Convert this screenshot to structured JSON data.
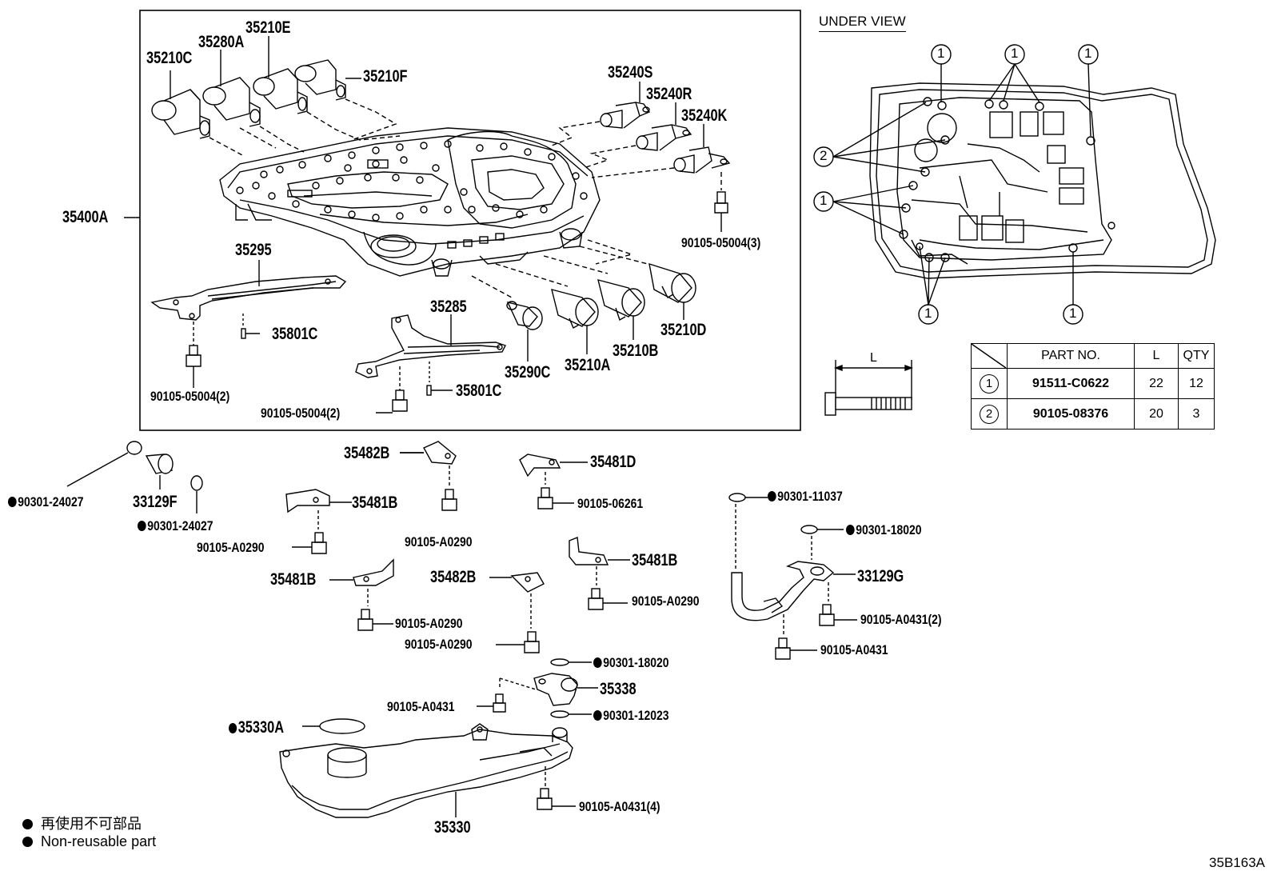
{
  "view_label": "UNDER VIEW",
  "labels": {
    "p35210E": "35210E",
    "p35280A": "35280A",
    "p35210C": "35210C",
    "p35210F": "35210F",
    "p35240S": "35240S",
    "p35240R": "35240R",
    "p35240K": "35240K",
    "p35400A": "35400A",
    "p35295": "35295",
    "p35801C_a": "35801C",
    "p35285": "35285",
    "p35801C_b": "35801C",
    "p35290C": "35290C",
    "p35210A": "35210A",
    "p35210B": "35210B",
    "p35210D": "35210D",
    "b90105_05004_3": "90105-05004(3)",
    "b90105_05004_2a": "90105-05004(2)",
    "b90105_05004_2b": "90105-05004(2)",
    "o90301_24027_a": "90301-24027",
    "p33129F": "33129F",
    "o90301_24027_b": "90301-24027",
    "p35482B_a": "35482B",
    "p35481D": "35481D",
    "b90105_06261": "90105-06261",
    "p35481B_a": "35481B",
    "b90105_A0290_a": "90105-A0290",
    "b90105_A0290_b": "90105-A0290",
    "b90105_A0290_c": "90105-A0290",
    "p35481B_b": "35481B",
    "p35481B_c": "35481B",
    "p35482B_b": "35482B",
    "b90105_A0290_d": "90105-A0290",
    "b90105_A0290_e": "90105-A0290",
    "o90301_11037": "90301-11037",
    "o90301_18020_a": "90301-18020",
    "p33129G": "33129G",
    "b90105_A0431_2": "90105-A0431(2)",
    "b90105_A0431_a": "90105-A0431",
    "o90301_18020_b": "90301-18020",
    "p35338": "35338",
    "b90105_A0431_b": "90105-A0431",
    "o90301_12023": "90301-12023",
    "p35330A": "35330A",
    "p35330": "35330",
    "b90105_A0431_4": "90105-A0431(4)",
    "dim_L": "L"
  },
  "callouts": {
    "one": "1",
    "two": "2"
  },
  "table": {
    "headers": [
      "PART NO.",
      "L",
      "QTY"
    ],
    "rows": [
      {
        "ref": "1",
        "part_no": "91511-C0622",
        "l": "22",
        "qty": "12"
      },
      {
        "ref": "2",
        "part_no": "90105-08376",
        "l": "20",
        "qty": "3"
      }
    ]
  },
  "legend": {
    "jp": "再使用不可部品",
    "en": "Non-reusable part"
  },
  "diagram_code": "35B163A"
}
